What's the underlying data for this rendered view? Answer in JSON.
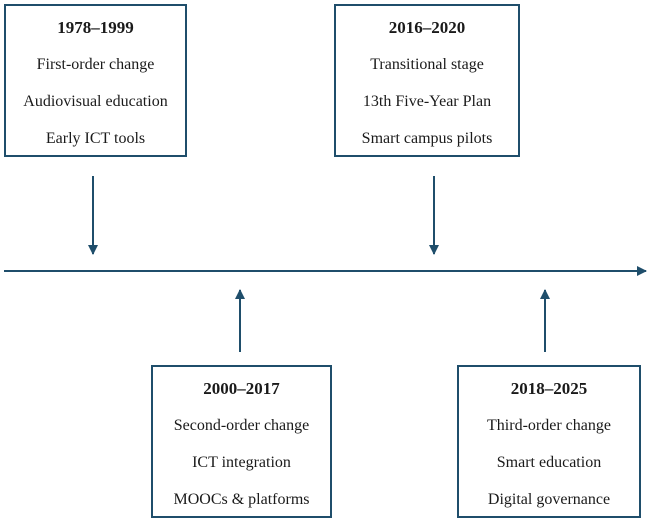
{
  "colors": {
    "accent": "#1f4e6b",
    "text": "#1a1a1a",
    "background": "#ffffff"
  },
  "periods": [
    {
      "years": "1978–1999",
      "lines": [
        "First-order change",
        "Audiovisual education",
        "Early ICT tools"
      ]
    },
    {
      "years": "2016–2020",
      "lines": [
        "Transitional stage",
        "13th Five-Year Plan",
        "Smart campus pilots"
      ]
    },
    {
      "years": "2000–2017",
      "lines": [
        "Second-order change",
        "ICT integration",
        "MOOCs & platforms"
      ]
    },
    {
      "years": "2018–2025",
      "lines": [
        "Third-order change",
        "Smart education",
        "Digital governance"
      ]
    }
  ]
}
